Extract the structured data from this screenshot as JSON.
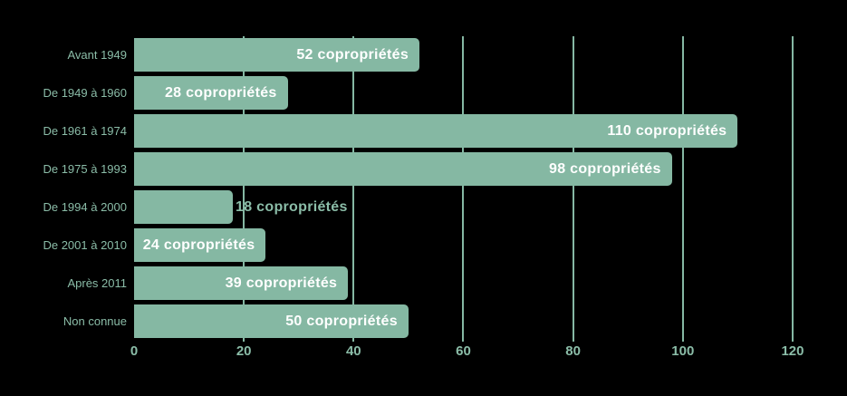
{
  "chart_data": {
    "type": "bar",
    "orientation": "horizontal",
    "title": "",
    "xlabel": "",
    "ylabel": "",
    "categories": [
      "Avant 1949",
      "De 1949 à 1960",
      "De 1961 à 1974",
      "De 1975 à 1993",
      "De 1994 à 2000",
      "De 2001 à 2010",
      "Après 2011",
      "Non connue"
    ],
    "values": [
      52,
      28,
      110,
      98,
      18,
      24,
      39,
      50
    ],
    "bar_labels": [
      "52 copropriétés",
      "28 copropriétés",
      "110 copropriétés",
      "98 copropriétés",
      "18 copropriétés",
      "24 copropriétés",
      "39 copropriétés",
      "50 copropriétés"
    ],
    "x_ticks": [
      0,
      20,
      40,
      60,
      80,
      100,
      120
    ],
    "xlim": [
      0,
      120
    ],
    "grid": "vertical",
    "legend": "none",
    "colors": {
      "bar": "#85b8a3",
      "bar_label_inside": "#ffffff",
      "bar_label_outside": "#8bbda8",
      "axis_text": "#8bbda8",
      "gridline": "#85b8a3",
      "background": "#000000"
    }
  }
}
